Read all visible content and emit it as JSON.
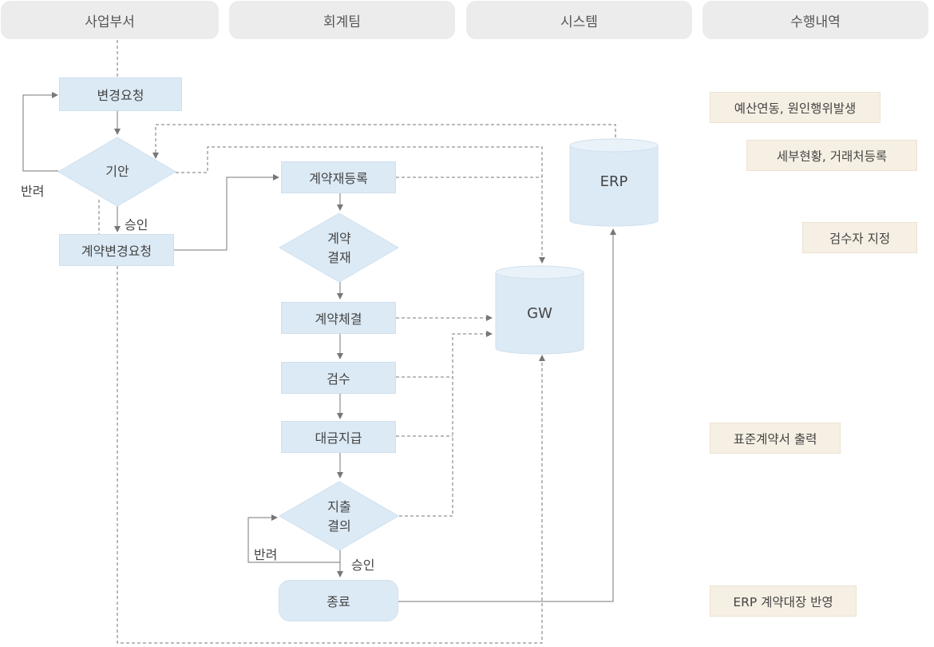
{
  "lanes": [
    "사업부서",
    "회계팀",
    "시스템",
    "수행내역"
  ],
  "nodes": {
    "change_request": "변경요청",
    "draft": "기안",
    "contract_change_request": "계약변경요청",
    "contract_reregister": "계약재등록",
    "contract_approval_line1": "계약",
    "contract_approval_line2": "결재",
    "contract_signing": "계약체결",
    "inspection": "검수",
    "payment": "대금지급",
    "expense_resolution_line1": "지출",
    "expense_resolution_line2": "결의",
    "end": "종료",
    "erp": "ERP",
    "gw": "GW"
  },
  "edge_labels": {
    "reject_1": "반려",
    "approve_1": "승인",
    "reject_2": "반려",
    "approve_2": "승인"
  },
  "notes": [
    "예산연동, 원인행위발생",
    "세부현황, 거래처등록",
    "검수자 지정",
    "표준계약서 출력",
    "ERP 계약대장 반영"
  ],
  "colors": {
    "node_fill": "#dceaf5",
    "note_fill": "#f6efe3",
    "lane_fill": "#ececec",
    "line": "#777777"
  }
}
